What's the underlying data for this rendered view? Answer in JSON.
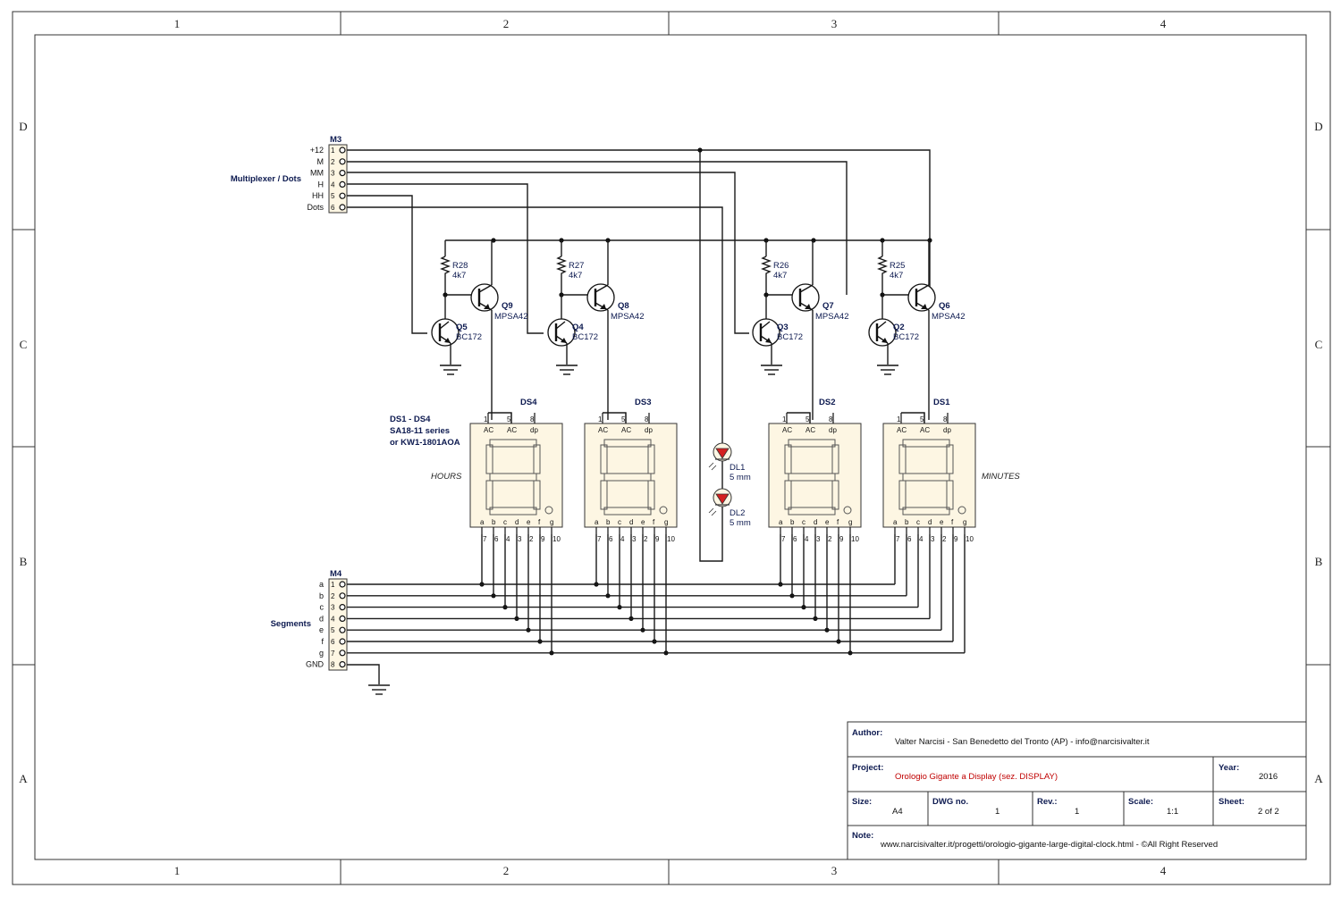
{
  "zones": {
    "columns": [
      "1",
      "2",
      "3",
      "4"
    ],
    "rows": [
      "D",
      "C",
      "B",
      "A"
    ]
  },
  "m3": {
    "ref": "M3",
    "group_label": "Multiplexer / Dots",
    "pins": [
      "+12",
      "M",
      "MM",
      "H",
      "HH",
      "Dots"
    ],
    "numbers": [
      "1",
      "2",
      "3",
      "4",
      "5",
      "6"
    ]
  },
  "m4": {
    "ref": "M4",
    "group_label": "Segments",
    "pins": [
      "a",
      "b",
      "c",
      "d",
      "e",
      "f",
      "g",
      "GND"
    ],
    "numbers": [
      "1",
      "2",
      "3",
      "4",
      "5",
      "6",
      "7",
      "8"
    ]
  },
  "resistors": [
    {
      "ref": "R28",
      "value": "4k7"
    },
    {
      "ref": "R27",
      "value": "4k7"
    },
    {
      "ref": "R26",
      "value": "4k7"
    },
    {
      "ref": "R25",
      "value": "4k7"
    }
  ],
  "pnp": [
    {
      "ref": "Q9",
      "type": "MPSA42"
    },
    {
      "ref": "Q8",
      "type": "MPSA42"
    },
    {
      "ref": "Q7",
      "type": "MPSA42"
    },
    {
      "ref": "Q6",
      "type": "MPSA42"
    }
  ],
  "npn": [
    {
      "ref": "Q5",
      "type": "BC172"
    },
    {
      "ref": "Q4",
      "type": "BC172"
    },
    {
      "ref": "Q3",
      "type": "BC172"
    },
    {
      "ref": "Q2",
      "type": "BC172"
    }
  ],
  "displays": [
    {
      "ref": "DS4"
    },
    {
      "ref": "DS3"
    },
    {
      "ref": "DS2"
    },
    {
      "ref": "DS1"
    }
  ],
  "display_top_pins": [
    "1",
    "5",
    "8"
  ],
  "display_top_labels": [
    "AC",
    "AC",
    "dp"
  ],
  "display_segments": [
    "a",
    "b",
    "c",
    "d",
    "e",
    "f",
    "g"
  ],
  "display_pin_numbers": [
    "7",
    "6",
    "4",
    "3",
    "2",
    "9",
    "10"
  ],
  "display_note": [
    "DS1 - DS4",
    "SA18-11 series",
    "or KW1-1801AOA"
  ],
  "hours_label": "HOURS",
  "minutes_label": "MINUTES",
  "leds": [
    {
      "ref": "DL1",
      "value": "5 mm"
    },
    {
      "ref": "DL2",
      "value": "5 mm"
    }
  ],
  "title_block": {
    "author_label": "Author:",
    "author": "Valter Narcisi - San Benedetto del Tronto (AP) - info@narcisivalter.it",
    "project_label": "Project:",
    "project": "Orologio Gigante a Display (sez. DISPLAY)",
    "year_label": "Year:",
    "year": "2016",
    "size_label": "Size:",
    "size": "A4",
    "dwg_label": "DWG no.",
    "dwg": "1",
    "rev_label": "Rev.:",
    "rev": "1",
    "scale_label": "Scale:",
    "scale": "1:1",
    "sheet_label": "Sheet:",
    "sheet": "2 of 2",
    "note_label": "Note:",
    "note": "www.narcisivalter.it/progetti/orologio-gigante-large-digital-clock.html  -  ©All Right Reserved"
  },
  "colors": {
    "component_fill": "#fdf6e3",
    "label_blue": "#0d1a50",
    "project_red": "#c00000",
    "led_red": "#d42020"
  }
}
